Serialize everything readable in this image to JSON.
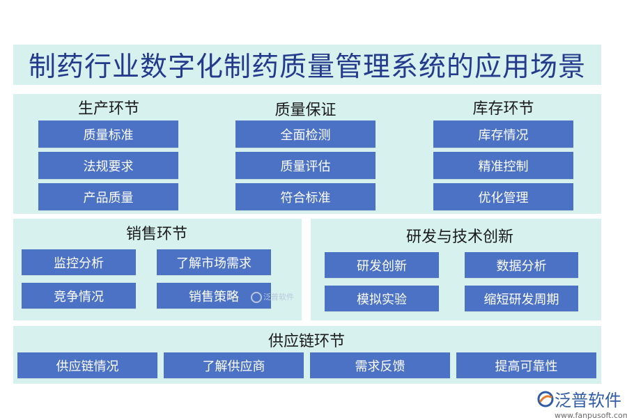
{
  "title": "制药行业数字化制药质量管理系统的应用场景",
  "sections": {
    "production": {
      "heading": "生产环节",
      "items": [
        "质量标准",
        "法规要求",
        "产品质量"
      ]
    },
    "quality": {
      "heading": "质量保证",
      "items": [
        "全面检测",
        "质量评估",
        "符合标准"
      ]
    },
    "inventory": {
      "heading": "库存环节",
      "items": [
        "库存情况",
        "精准控制",
        "优化管理"
      ]
    },
    "sales": {
      "heading": "销售环节",
      "items": [
        "监控分析",
        "了解市场需求",
        "竞争情况",
        "销售策略"
      ]
    },
    "rnd": {
      "heading": "研发与技术创新",
      "items": [
        "研发创新",
        "数据分析",
        "模拟实验",
        "缩短研发周期"
      ]
    },
    "supply": {
      "heading": "供应链环节",
      "items": [
        "供应链情况",
        "了解供应商",
        "需求反馈",
        "提高可靠性"
      ]
    }
  },
  "watermark": {
    "center_text": "泛普软件",
    "brand_name": "泛普软件",
    "brand_url": "www.fanpusoft.com"
  },
  "colors": {
    "title_bg": "#d6f1ee",
    "title_text": "#243a8c",
    "panel_bg": "#d6f1ee",
    "box_bg": "#4b72c4",
    "box_text": "#ffffff"
  }
}
